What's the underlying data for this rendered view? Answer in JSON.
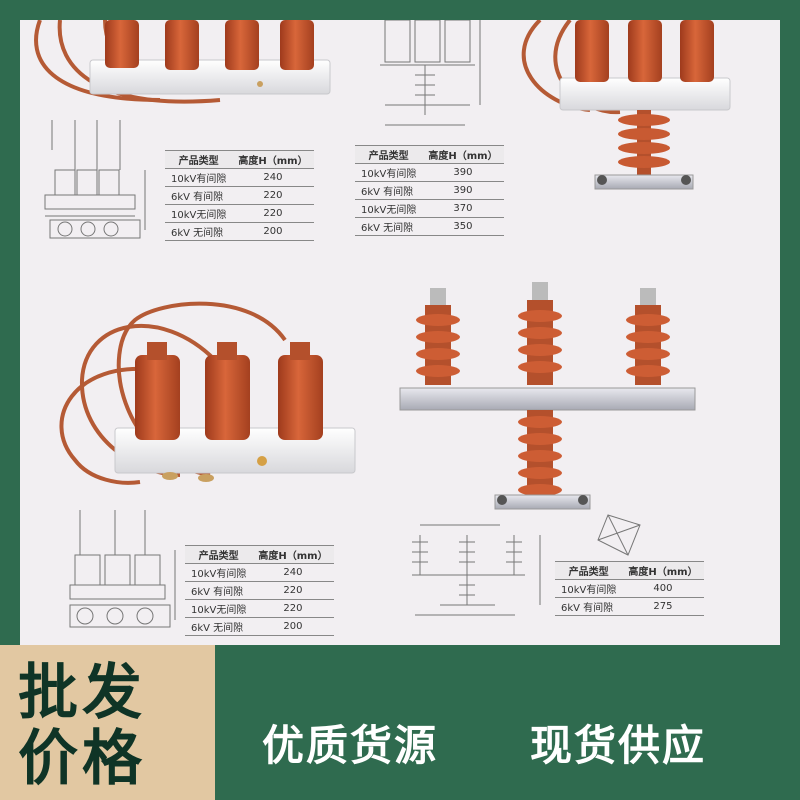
{
  "tables": {
    "a": {
      "headers": [
        "产品类型",
        "高度H（mm）"
      ],
      "rows": [
        [
          "10kV有间隙",
          "240"
        ],
        [
          "6kV 有间隙",
          "220"
        ],
        [
          "10kV无间隙",
          "220"
        ],
        [
          "6kV 无间隙",
          "200"
        ]
      ]
    },
    "b": {
      "headers": [
        "产品类型",
        "高度H（mm）"
      ],
      "rows": [
        [
          "10kV有间隙",
          "390"
        ],
        [
          "6kV 有间隙",
          "390"
        ],
        [
          "10kV无间隙",
          "370"
        ],
        [
          "6kV 无间隙",
          "350"
        ]
      ]
    },
    "c": {
      "headers": [
        "产品类型",
        "高度H（mm）"
      ],
      "rows": [
        [
          "10kV有间隙",
          "240"
        ],
        [
          "6kV 有间隙",
          "220"
        ],
        [
          "10kV无间隙",
          "220"
        ],
        [
          "6kV 无间隙",
          "200"
        ]
      ]
    },
    "d": {
      "headers": [
        "产品类型",
        "高度H（mm）"
      ],
      "rows": [
        [
          "10kV有间隙",
          "400"
        ],
        [
          "6kV 有间隙",
          "275"
        ]
      ]
    }
  },
  "badge": {
    "line1": "批发",
    "line2": "价格"
  },
  "slogan": {
    "left": "优质货源",
    "right": "现货供应"
  },
  "colors": {
    "frame": "#2f6b4f",
    "panel": "#f2eff2",
    "insulator": "#c4542e",
    "badge": "#e2c8a2",
    "badge_text": "#0f3426"
  }
}
